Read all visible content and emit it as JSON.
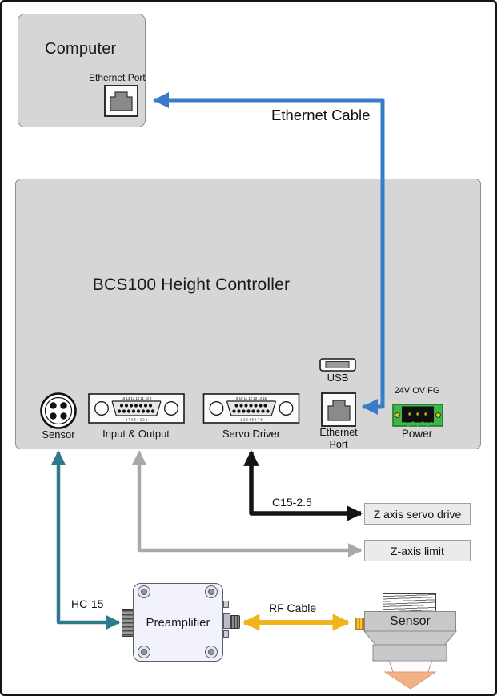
{
  "computer": {
    "title": "Computer",
    "port_label": "Ethernet Port"
  },
  "controller": {
    "title": "BCS100 Height Controller",
    "ports": {
      "sensor": {
        "label": "Sensor"
      },
      "io": {
        "label": "Input & Output",
        "pins_top": "15 14 13 12 11 10 9",
        "pins_bottom": "8 7 6 5 4 3 2 1"
      },
      "servo": {
        "label": "Servo Driver",
        "pins_top": "9 10 11 12 13 14 15",
        "pins_bottom": "1 2 3 4 5 6 7 8"
      },
      "usb": {
        "label": "USB"
      },
      "ethernet": {
        "label_line1": "Ethernet",
        "label_line2": "Port"
      },
      "power": {
        "pins_label": "24V OV FG",
        "label": "Power"
      }
    }
  },
  "cables": {
    "ethernet": "Ethernet Cable",
    "servo": "C15-2.5",
    "sensor": "HC-15",
    "rf": "RF Cable"
  },
  "external": {
    "z_servo_drive": "Z axis servo drive",
    "z_limit": "Z-axis limit",
    "preamplifier": "Preamplifier",
    "sensor_head": "Sensor"
  },
  "icons": {
    "rj45-port-icon": "ethernet plug silhouette",
    "usb-port-icon": "usb type-a slot",
    "dsub-connector-icon": "d-sub 15 pin connector",
    "circular-connector-icon": "4-pin round sensor socket",
    "power-terminal-icon": "green 3-pin power terminal",
    "screw-icon": "corner screw",
    "arrow-icon": "solid triangle arrowhead"
  },
  "colors": {
    "ethernet_cable": "#3a7bc8",
    "sensor_cable": "#2e7b8d",
    "limit_cable": "#a9a9a9",
    "servo_cable": "#141414",
    "rf_cable": "#f2b41c",
    "device_fill": "#d6d6d6",
    "power_terminal": "#3fb54a",
    "nozzle_tip": "#f3b187"
  }
}
